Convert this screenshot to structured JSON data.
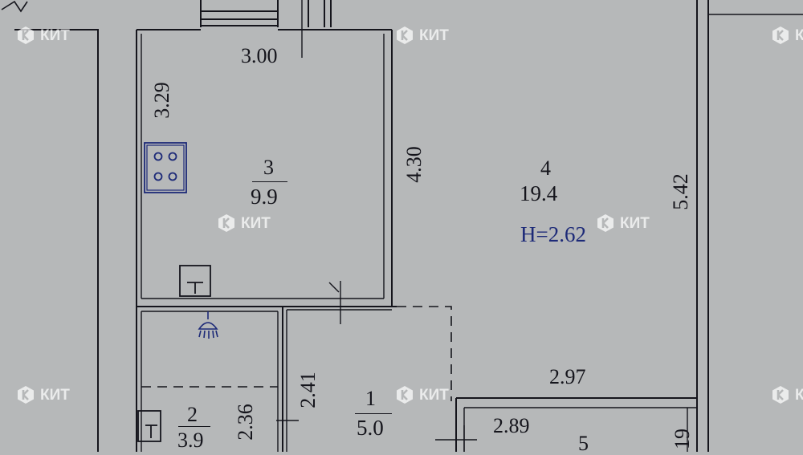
{
  "rooms": [
    {
      "number": "3",
      "area": "9.9"
    },
    {
      "number": "4",
      "area": "19.4",
      "height": "H=2.62"
    },
    {
      "number": "1",
      "area": "5.0"
    },
    {
      "number": "2",
      "area": "3.9"
    },
    {
      "number": "5"
    }
  ],
  "dimensions": {
    "d_3_00": "3.00",
    "d_3_29": "3.29",
    "d_4_30": "4.30",
    "d_5_42": "5.42",
    "d_2_41": "2.41",
    "d_2_36": "2.36",
    "d_2_97": "2.97",
    "d_2_89": "2.89",
    "d_19": "19"
  },
  "watermark": {
    "text": "КИТ",
    "color": "#ffffff"
  },
  "colors": {
    "paper": "#b6b8b9",
    "line": "#15151c",
    "ink_blue": "#1d2a78"
  },
  "icons": [
    "stove-icon",
    "water-heater-icon",
    "shower-icon",
    "toilet-icon"
  ]
}
